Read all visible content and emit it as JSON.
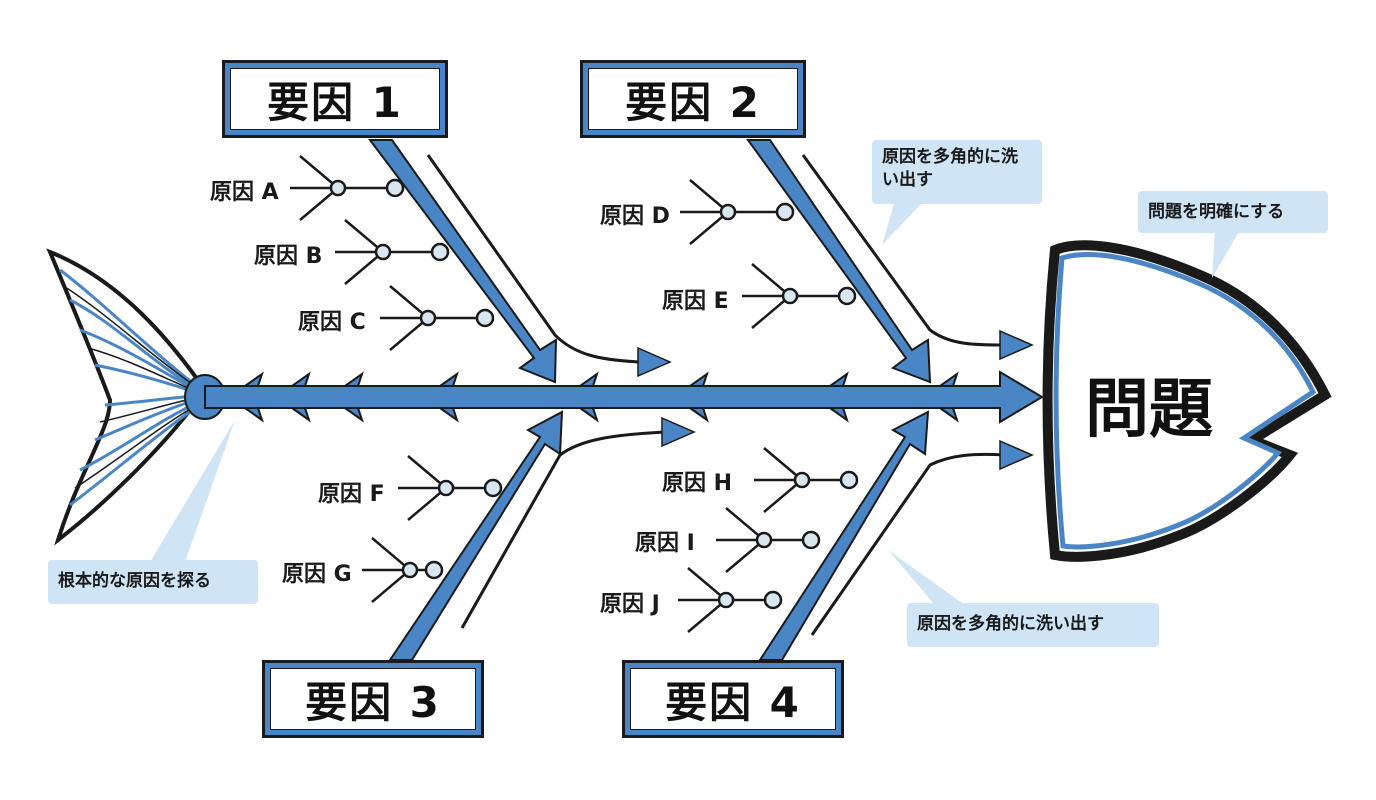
{
  "head": {
    "label": "問題"
  },
  "factors": [
    {
      "label": "要因 1"
    },
    {
      "label": "要因 2"
    },
    {
      "label": "要因 3"
    },
    {
      "label": "要因 4"
    }
  ],
  "causes": [
    {
      "label": "原因 A"
    },
    {
      "label": "原因 B"
    },
    {
      "label": "原因 C"
    },
    {
      "label": "原因 D"
    },
    {
      "label": "原因 E"
    },
    {
      "label": "原因 F"
    },
    {
      "label": "原因 G"
    },
    {
      "label": "原因 H"
    },
    {
      "label": "原因 I"
    },
    {
      "label": "原因 J"
    }
  ],
  "callouts": {
    "top_multi": "原因を多角的に洗い出す",
    "clarify": "問題を明確にする",
    "root": "根本的な原因を探る",
    "bottom_multi": "原因を多角的に洗い出す"
  },
  "colors": {
    "accent": "#4a86c5",
    "callout_bg": "#cfe5f6",
    "outline": "#1a1a1a"
  }
}
